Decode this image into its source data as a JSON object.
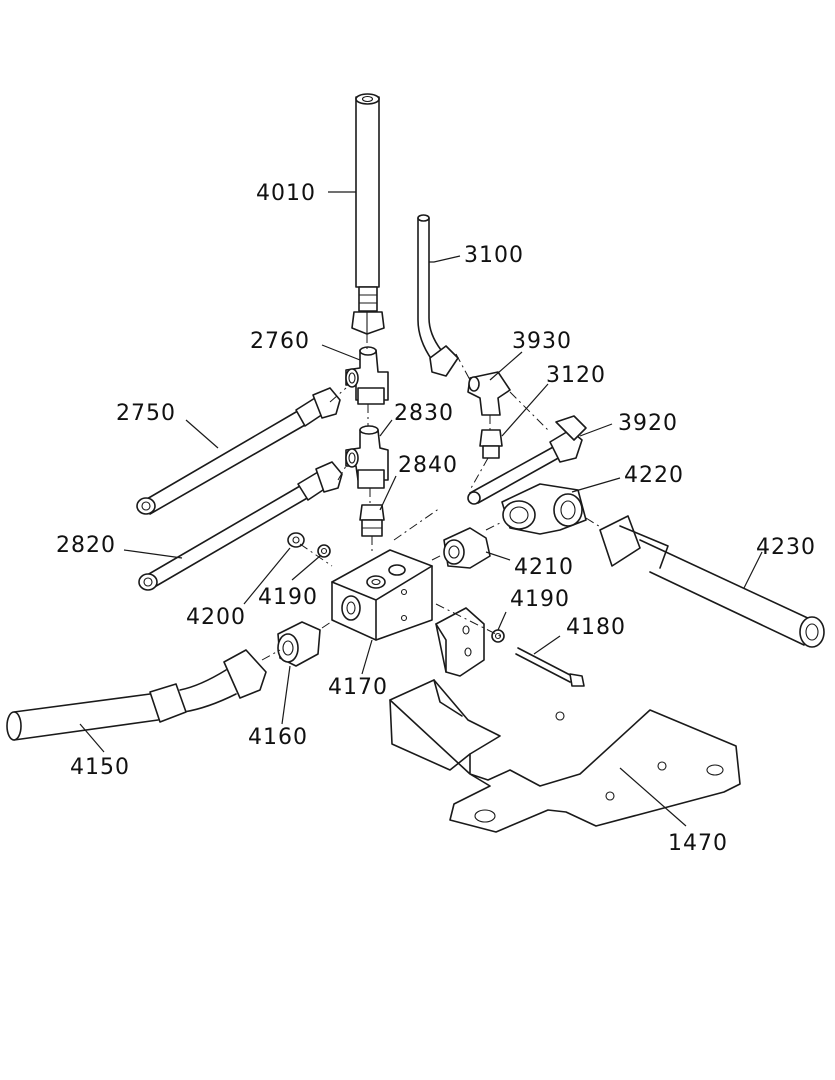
{
  "diagram": {
    "type": "exploded-parts-view",
    "line_color": "#1a1a1a",
    "background": "#ffffff",
    "callouts": [
      {
        "id": "4010",
        "text": "4010"
      },
      {
        "id": "3100",
        "text": "3100"
      },
      {
        "id": "2760",
        "text": "2760"
      },
      {
        "id": "3930",
        "text": "3930"
      },
      {
        "id": "3120",
        "text": "3120"
      },
      {
        "id": "2750",
        "text": "2750"
      },
      {
        "id": "2830",
        "text": "2830"
      },
      {
        "id": "3920",
        "text": "3920"
      },
      {
        "id": "2840",
        "text": "2840"
      },
      {
        "id": "4220",
        "text": "4220"
      },
      {
        "id": "2820",
        "text": "2820"
      },
      {
        "id": "4230",
        "text": "4230"
      },
      {
        "id": "4210",
        "text": "4210"
      },
      {
        "id": "4190a",
        "text": "4190"
      },
      {
        "id": "4200",
        "text": "4200"
      },
      {
        "id": "4190b",
        "text": "4190"
      },
      {
        "id": "4180",
        "text": "4180"
      },
      {
        "id": "4170",
        "text": "4170"
      },
      {
        "id": "4160",
        "text": "4160"
      },
      {
        "id": "4150",
        "text": "4150"
      },
      {
        "id": "1470",
        "text": "1470"
      }
    ]
  }
}
